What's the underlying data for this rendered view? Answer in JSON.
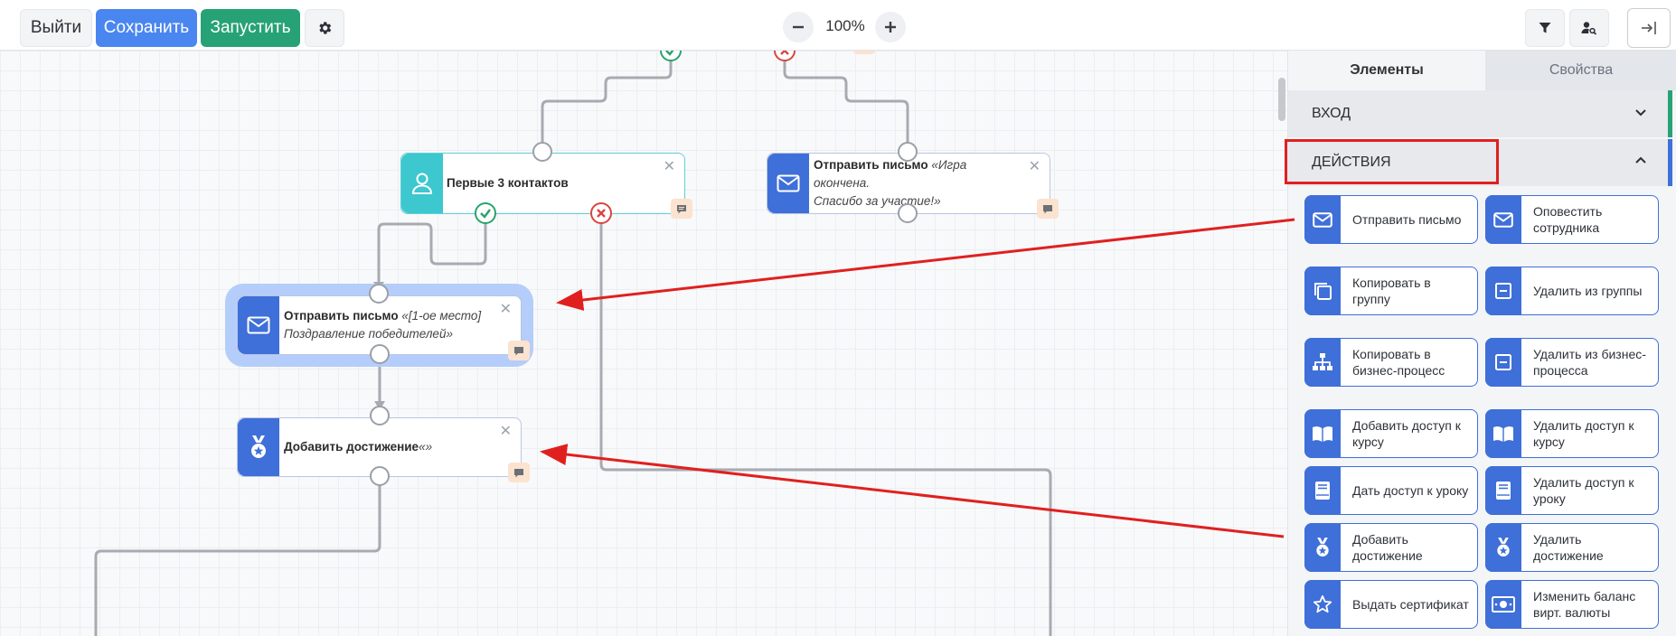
{
  "toolbar": {
    "exit_label": "Выйти",
    "save_label": "Сохранить",
    "run_label": "Запустить",
    "zoom": "100%"
  },
  "canvas": {
    "nodes": {
      "first3": {
        "title": "Первые 3 контактов"
      },
      "send_game_over": {
        "title": "Отправить письмо",
        "line1_tail": "«Игра окончена.",
        "line2": "Спасибо за участие!»"
      },
      "send_first_place": {
        "title": "Отправить письмо",
        "line1_tail": "«[1-ое место]",
        "line2": "Поздравление победителей»"
      },
      "add_achievement": {
        "title": "Добавить достижение",
        "tail": "«»"
      }
    }
  },
  "panel": {
    "tabs": {
      "elements": "Элементы",
      "properties": "Свойства"
    },
    "sections": {
      "vhod": "ВХОД",
      "actions": "ДЕЙСТВИЯ"
    },
    "actions": [
      {
        "label": "Отправить письмо",
        "icon": "envelope-icon"
      },
      {
        "label": "Оповестить сотрудника",
        "icon": "envelope-icon"
      },
      {
        "label": "Копировать в группу",
        "icon": "copy-icon"
      },
      {
        "label": "Удалить из группы",
        "icon": "minus-square-icon"
      },
      {
        "label": "Копировать в бизнес-процесс",
        "icon": "sitemap-icon"
      },
      {
        "label": "Удалить из бизнес-процесса",
        "icon": "minus-square-icon"
      },
      {
        "label": "Добавить доступ к курсу",
        "icon": "book-open-icon"
      },
      {
        "label": "Удалить доступ к курсу",
        "icon": "book-open-icon"
      },
      {
        "label": "Дать доступ к уроку",
        "icon": "book-icon"
      },
      {
        "label": "Удалить доступ к уроку",
        "icon": "book-icon"
      },
      {
        "label": "Добавить достижение",
        "icon": "medal-icon"
      },
      {
        "label": "Удалить достижение",
        "icon": "medal-icon"
      },
      {
        "label": "Выдать сертификат",
        "icon": "star-icon"
      },
      {
        "label": "Изменить баланс вирт. валюты",
        "icon": "money-icon"
      }
    ]
  },
  "colors": {
    "primary": "#4a86f0",
    "run": "#27a277",
    "action_blue": "#3f6fd8",
    "teal": "#3dc7cf",
    "annotation_red": "#e0201f",
    "vhod_stripe": "#27a277",
    "actions_stripe": "#3f6fd8"
  }
}
